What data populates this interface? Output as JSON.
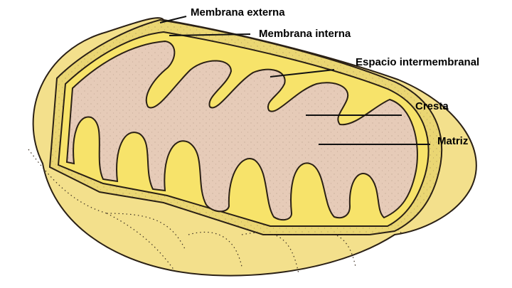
{
  "labels": {
    "outer_membrane": "Membrana externa",
    "inner_membrane": "Membrana interna",
    "intermembrane_space": "Espacio intermembranal",
    "crista": "Cresta",
    "matrix": "Matriz"
  },
  "colors": {
    "outer_yellow": "#f3e08c",
    "membrane_yellow": "#f7e36a",
    "intermembrane_yellow": "#ead673",
    "matrix_pink": "#e6cbb8",
    "outline": "#2a2015",
    "leader_line": "#111111"
  }
}
